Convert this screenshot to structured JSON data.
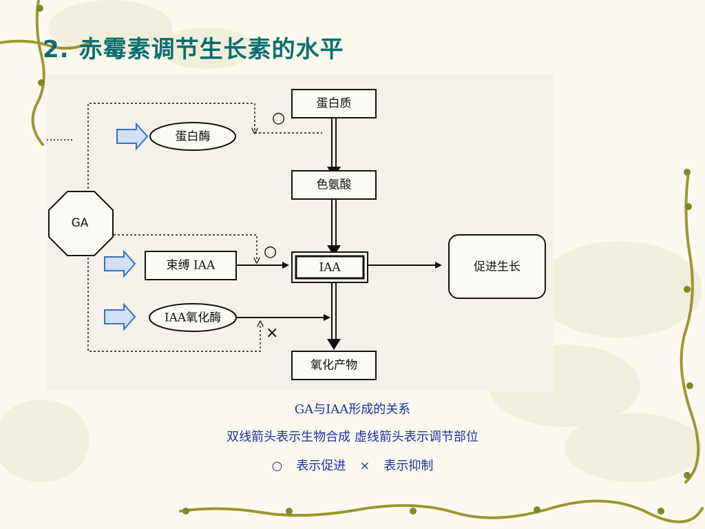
{
  "slide": {
    "title_num": "2.",
    "title_text": "赤霉素调节生长素的水平"
  },
  "diagram": {
    "nodes": {
      "protein": "蛋白质",
      "tryptophan": "色氨酸",
      "iaa": "IAA",
      "oxidation_products": "氧化产物",
      "promote_growth": "促进生长",
      "protease": "蛋白酶",
      "bound_iaa": "束缚 IAA",
      "iaa_oxidase": "IAA氧化酶",
      "ga": "GA"
    },
    "marks": {
      "promote_symbol": "○",
      "inhibit_symbol": "×"
    }
  },
  "captions": {
    "line1": "GA与IAA形成的关系",
    "line2": "双线箭头表示生物合成 虚线箭头表示调节部位",
    "promote_symbol": "○",
    "promote_text": "表示促进",
    "inhibit_symbol": "×",
    "inhibit_text": "表示抑制"
  },
  "colors": {
    "title": "#0b6d6d",
    "caption": "#1f2fa0",
    "arrow_fill": "#cfe0f7",
    "arrow_stroke": "#3a6fc4",
    "vine": "#8c8a2a"
  }
}
